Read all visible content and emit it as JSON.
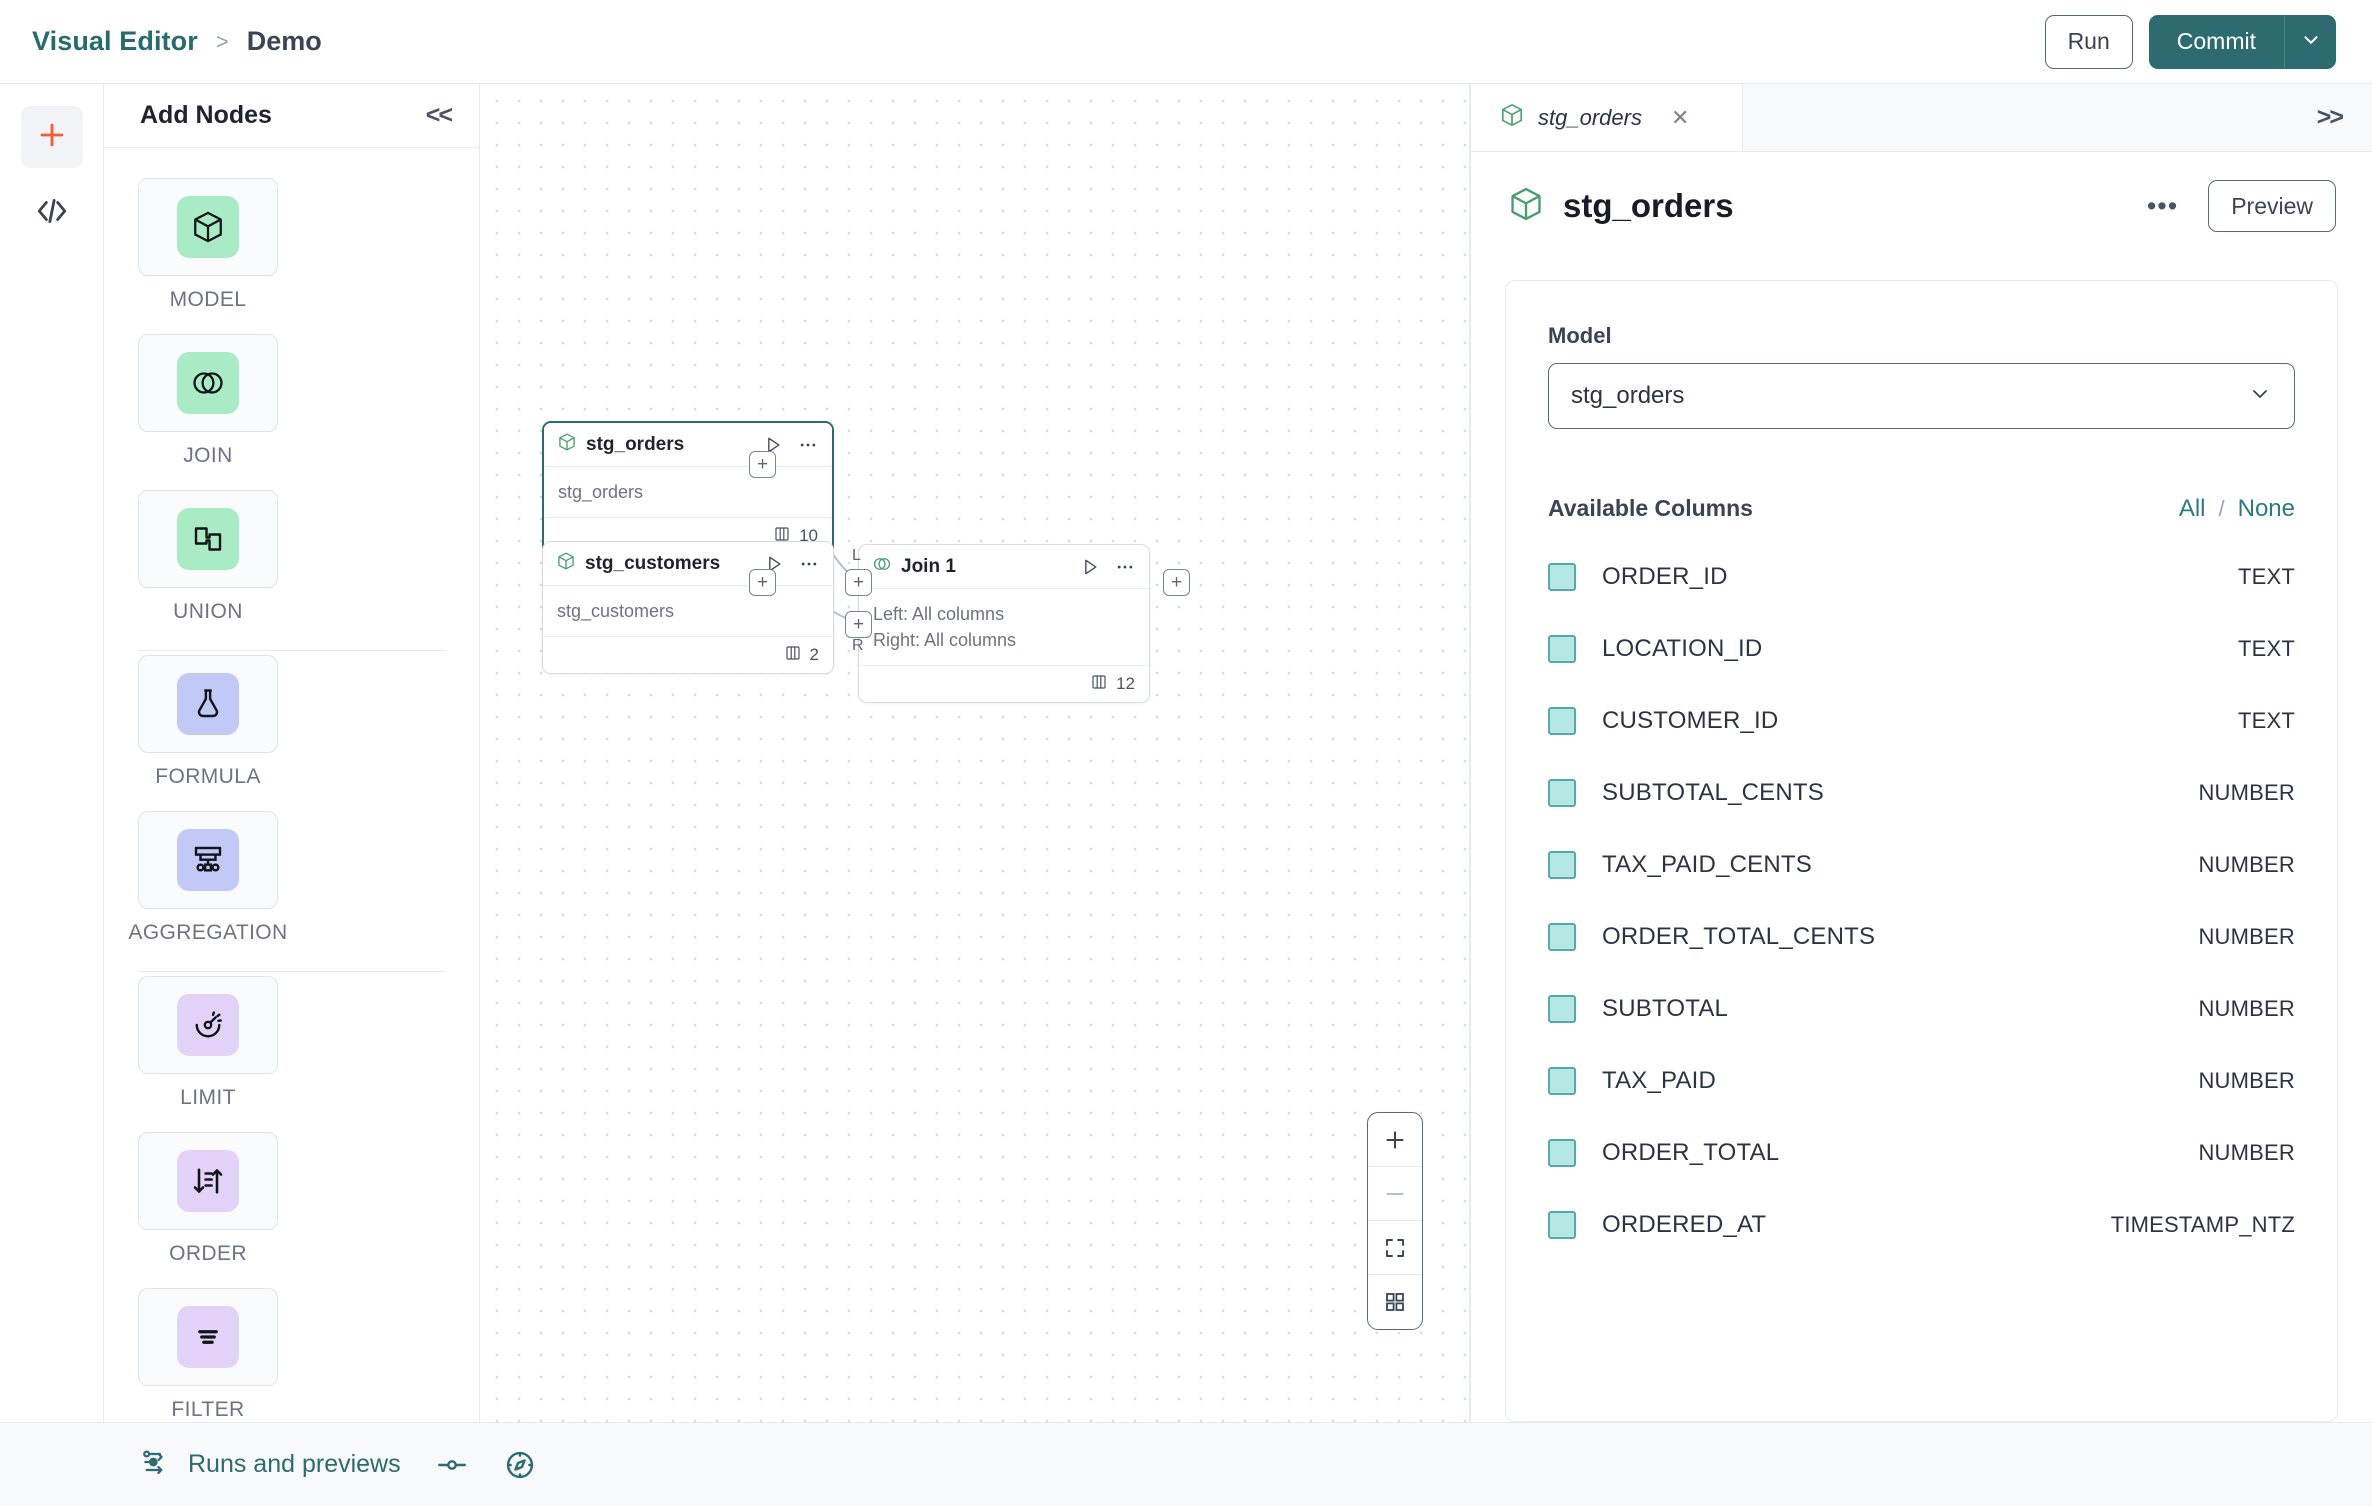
{
  "header": {
    "breadcrumb": {
      "root": "Visual Editor",
      "separator": ">",
      "current": "Demo"
    },
    "run_label": "Run",
    "commit_label": "Commit",
    "accent_teal": "#2d6b70"
  },
  "rail": {
    "add_icon": "plus-icon",
    "code_icon": "code-icon",
    "add_color": "#f05c3c"
  },
  "nodes_panel": {
    "title": "Add Nodes",
    "collapse_label": "<<",
    "groups": [
      {
        "items": [
          {
            "label": "MODEL",
            "icon": "cube-icon",
            "chip": "chip-green"
          },
          {
            "label": "JOIN",
            "icon": "venn-icon",
            "chip": "chip-green"
          },
          {
            "label": "UNION",
            "icon": "union-icon",
            "chip": "chip-green"
          }
        ]
      },
      {
        "items": [
          {
            "label": "FORMULA",
            "icon": "flask-icon",
            "chip": "chip-blue"
          },
          {
            "label": "AGGREGATION",
            "icon": "aggregation-icon",
            "chip": "chip-blue"
          }
        ]
      },
      {
        "items": [
          {
            "label": "LIMIT",
            "icon": "limit-icon",
            "chip": "chip-purp"
          },
          {
            "label": "ORDER",
            "icon": "order-icon",
            "chip": "chip-purp"
          },
          {
            "label": "FILTER",
            "icon": "filter-icon",
            "chip": "chip-purp"
          }
        ]
      }
    ]
  },
  "canvas": {
    "nodes": [
      {
        "name": "stg_orders",
        "icon": "cube-icon",
        "sub1": "stg_orders",
        "sub2": "",
        "count": "10",
        "selected": true
      },
      {
        "name": "stg_customers",
        "icon": "cube-icon",
        "sub1": "stg_customers",
        "sub2": "",
        "count": "2",
        "selected": false
      },
      {
        "name": "Join 1",
        "icon": "venn-icon",
        "sub1": "Left: All columns",
        "sub2": "Right: All columns",
        "count": "12",
        "selected": false
      }
    ],
    "port_plus": "+",
    "port_left_label": "L",
    "port_right_label": "R",
    "zoom_controls": [
      "zoom-in-icon",
      "zoom-out-icon",
      "fit-screen-icon",
      "grid-toggle-icon"
    ]
  },
  "right_panel": {
    "tab": {
      "label": "stg_orders",
      "icon": "cube-icon",
      "close": "✕"
    },
    "expand_label": ">>",
    "title": "stg_orders",
    "menu_label": "•••",
    "preview_label": "Preview",
    "model_field_label": "Model",
    "model_value": "stg_orders",
    "columns_title": "Available Columns",
    "select_all_label": "All",
    "select_divider": "/",
    "select_none_label": "None",
    "columns": [
      {
        "name": "ORDER_ID",
        "type": "TEXT",
        "checked": true
      },
      {
        "name": "LOCATION_ID",
        "type": "TEXT",
        "checked": true
      },
      {
        "name": "CUSTOMER_ID",
        "type": "TEXT",
        "checked": true
      },
      {
        "name": "SUBTOTAL_CENTS",
        "type": "NUMBER",
        "checked": true
      },
      {
        "name": "TAX_PAID_CENTS",
        "type": "NUMBER",
        "checked": true
      },
      {
        "name": "ORDER_TOTAL_CENTS",
        "type": "NUMBER",
        "checked": true
      },
      {
        "name": "SUBTOTAL",
        "type": "NUMBER",
        "checked": true
      },
      {
        "name": "TAX_PAID",
        "type": "NUMBER",
        "checked": true
      },
      {
        "name": "ORDER_TOTAL",
        "type": "NUMBER",
        "checked": true
      },
      {
        "name": "ORDERED_AT",
        "type": "TIMESTAMP_NTZ",
        "checked": true
      }
    ],
    "checkbox_fill": "#b5e8e5",
    "checkbox_border": "#56a8ab"
  },
  "bottom_bar": {
    "runs_label": "Runs and previews",
    "runs_icon": "runs-flow-icon",
    "toggle_icon": "slider-toggle-icon",
    "compass_icon": "compass-icon"
  }
}
